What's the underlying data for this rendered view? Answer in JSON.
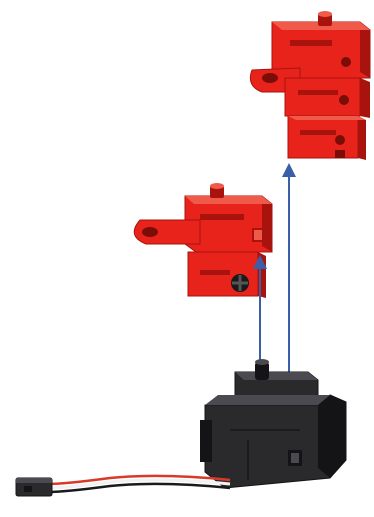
{
  "diagram": {
    "kind": "exploded assembly illustration",
    "colors": {
      "part_red": "#e8231c",
      "part_red_dark": "#a8130e",
      "part_red_light": "#f05a4a",
      "servo_black": "#2a2a2d",
      "servo_dark": "#141416",
      "servo_light": "#4a4a50",
      "arrow_blue": "#3a5ea8",
      "wire_red": "#d83a2a",
      "wire_white": "#f2f2f2",
      "wire_black": "#1a1a1a",
      "background": "#ffffff"
    },
    "parts": [
      {
        "id": "upper-red-assembly",
        "icon": "building-block-stack"
      },
      {
        "id": "lower-red-assembly",
        "icon": "building-block-stack"
      },
      {
        "id": "servo-motor",
        "icon": "servo-motor"
      },
      {
        "id": "servo-cable",
        "icon": "three-wire-cable"
      },
      {
        "id": "connector-plug",
        "icon": "servo-plug"
      }
    ],
    "arrows": [
      {
        "id": "arrow-to-lower-assembly",
        "direction": "up"
      },
      {
        "id": "arrow-to-upper-assembly",
        "direction": "up"
      }
    ]
  }
}
